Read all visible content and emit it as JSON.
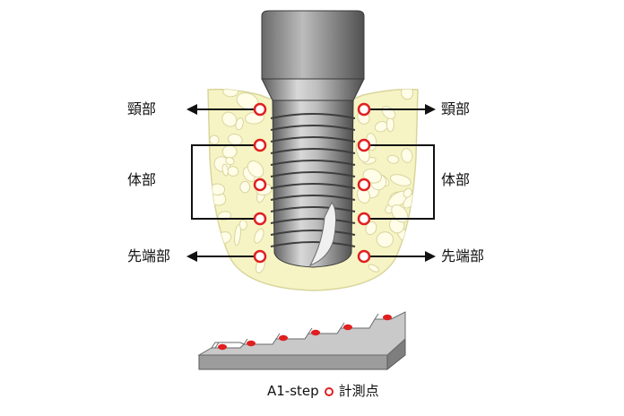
{
  "labels": {
    "neck": "頸部",
    "body": "体部",
    "tip": "先端部"
  },
  "legend": {
    "device": "A1-step",
    "marker": "計測点"
  },
  "colors": {
    "bone": "#f6f4c4",
    "bone_pocket": "#fffde8",
    "bone_edge": "#d9d59c",
    "implant_dark": "#5f5f5f",
    "implant_light": "#d0d0d0",
    "marker": "#e02020",
    "block_top": "#c8c8c8",
    "block_side": "#8a8a8a",
    "block_face": "#a9a9a9"
  },
  "icons": [
    "measurement-point-ring-icon",
    "arrow-left-icon",
    "arrow-right-icon"
  ]
}
